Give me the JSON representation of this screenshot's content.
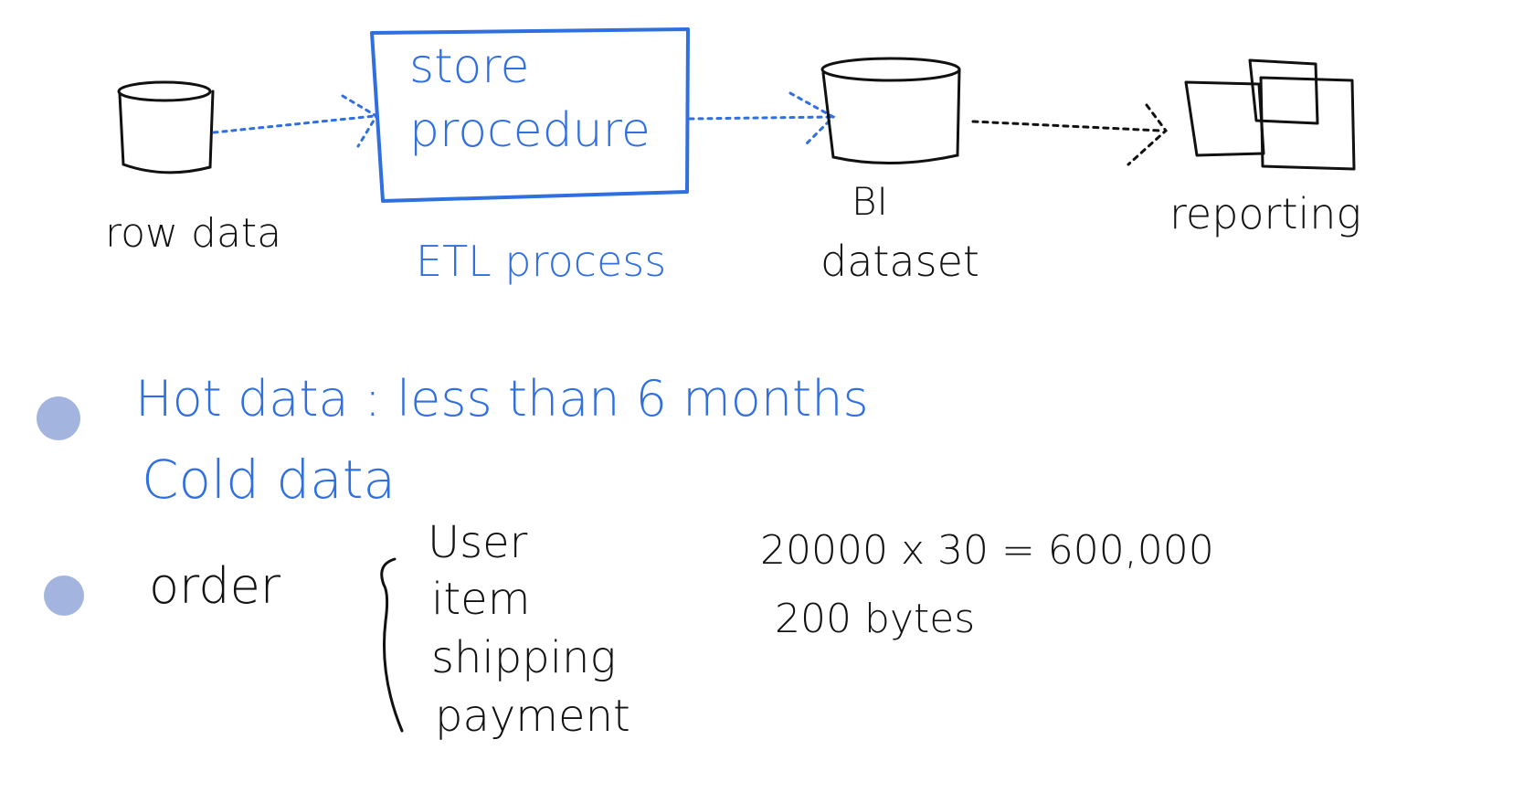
{
  "colors": {
    "black_ink": "#111111",
    "blue_ink": "#2f6fe0",
    "bullet": "#a3b4de"
  },
  "flow": {
    "raw": "row data",
    "proc_line1": "store",
    "proc_line2": "procedure",
    "etl": "ETL process",
    "bi_line1": "BI",
    "bi_line2": "dataset",
    "report": "reporting"
  },
  "notes": {
    "hot": "Hot data : less than 6 months",
    "cold": "Cold data",
    "order": "order",
    "order_items": [
      "User",
      "item",
      "shipping",
      "payment"
    ],
    "calc": "20000 x 30 = 600,000",
    "bytes": "200 bytes"
  },
  "icons": [
    "database-icon",
    "database-icon",
    "documents-icon",
    "bullet-icon",
    "bullet-icon",
    "brace-icon"
  ]
}
